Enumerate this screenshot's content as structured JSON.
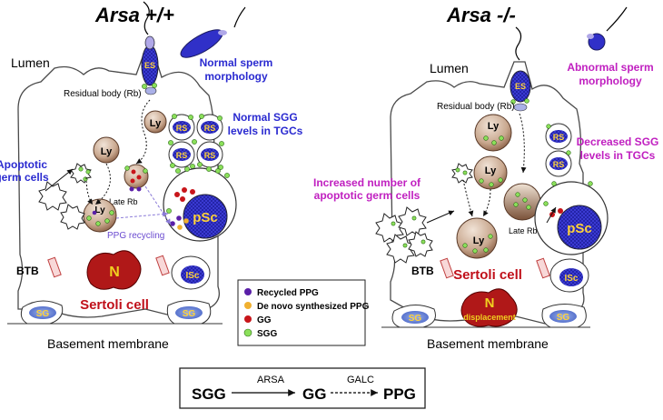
{
  "left_panel": {
    "title": "Arsa +/+",
    "lumen": "Lumen",
    "basement": "Basement membrane",
    "btb": "BTB",
    "sertoli": "Sertoli cell",
    "nucleus": "N",
    "residual_body": "Residual body (Rb)",
    "late_rb": "Late Rb",
    "ppg_recycling": "PPG recycling",
    "sperm_note": [
      "Normal sperm",
      "morphology"
    ],
    "sgg_note": [
      "Normal SGG",
      "levels in TGCs"
    ],
    "apoptotic_note": [
      "Apoptotic",
      "germ cells"
    ],
    "cells": {
      "es": "ES",
      "ly": "Ly",
      "rs": "RS",
      "psc": "pSc",
      "isc": "ISc",
      "sg": "SG"
    }
  },
  "right_panel": {
    "title": "Arsa -/-",
    "lumen": "Lumen",
    "basement": "Basement membrane",
    "btb": "BTB",
    "sertoli": "Sertoli cell",
    "nucleus": "N",
    "nucleus_sub": "displacement",
    "residual_body": "Residual body (Rb)",
    "late_rb": "Late Rb",
    "sperm_note": [
      "Abnormal sperm",
      "morphology"
    ],
    "sgg_note": [
      "Decreased SGG",
      "levels in TGCs"
    ],
    "apoptotic_note": [
      "Increased number of",
      "apoptotic germ cells"
    ],
    "cells": {
      "es": "ES",
      "ly": "Ly",
      "rs": "RS",
      "psc": "pSc",
      "isc": "ISc",
      "sg": "SG"
    }
  },
  "legend": [
    {
      "label": "Recycled PPG",
      "color": "#5a1fa8"
    },
    {
      "label": "De novo synthesized PPG",
      "color": "#f0b030"
    },
    {
      "label": "GG",
      "color": "#c8151a"
    },
    {
      "label": "SGG",
      "color": "#8be05a"
    }
  ],
  "pathway": {
    "sgg": "SGG",
    "enzyme1": "ARSA",
    "gg": "GG",
    "enzyme2": "GALC",
    "ppg": "PPG"
  },
  "colors": {
    "blue_note": "#2a2ad0",
    "magenta_note": "#c020c0",
    "sertoli_red": "#c0101a",
    "nucleus_fill": "#b01818",
    "nucleus_left_label": "#f0d020",
    "nucleus_right_label": "#f0d020",
    "cell_blue": "#3c3cc8",
    "cell_label": "#ffd23a",
    "lyso_fill": "#a07a62"
  }
}
